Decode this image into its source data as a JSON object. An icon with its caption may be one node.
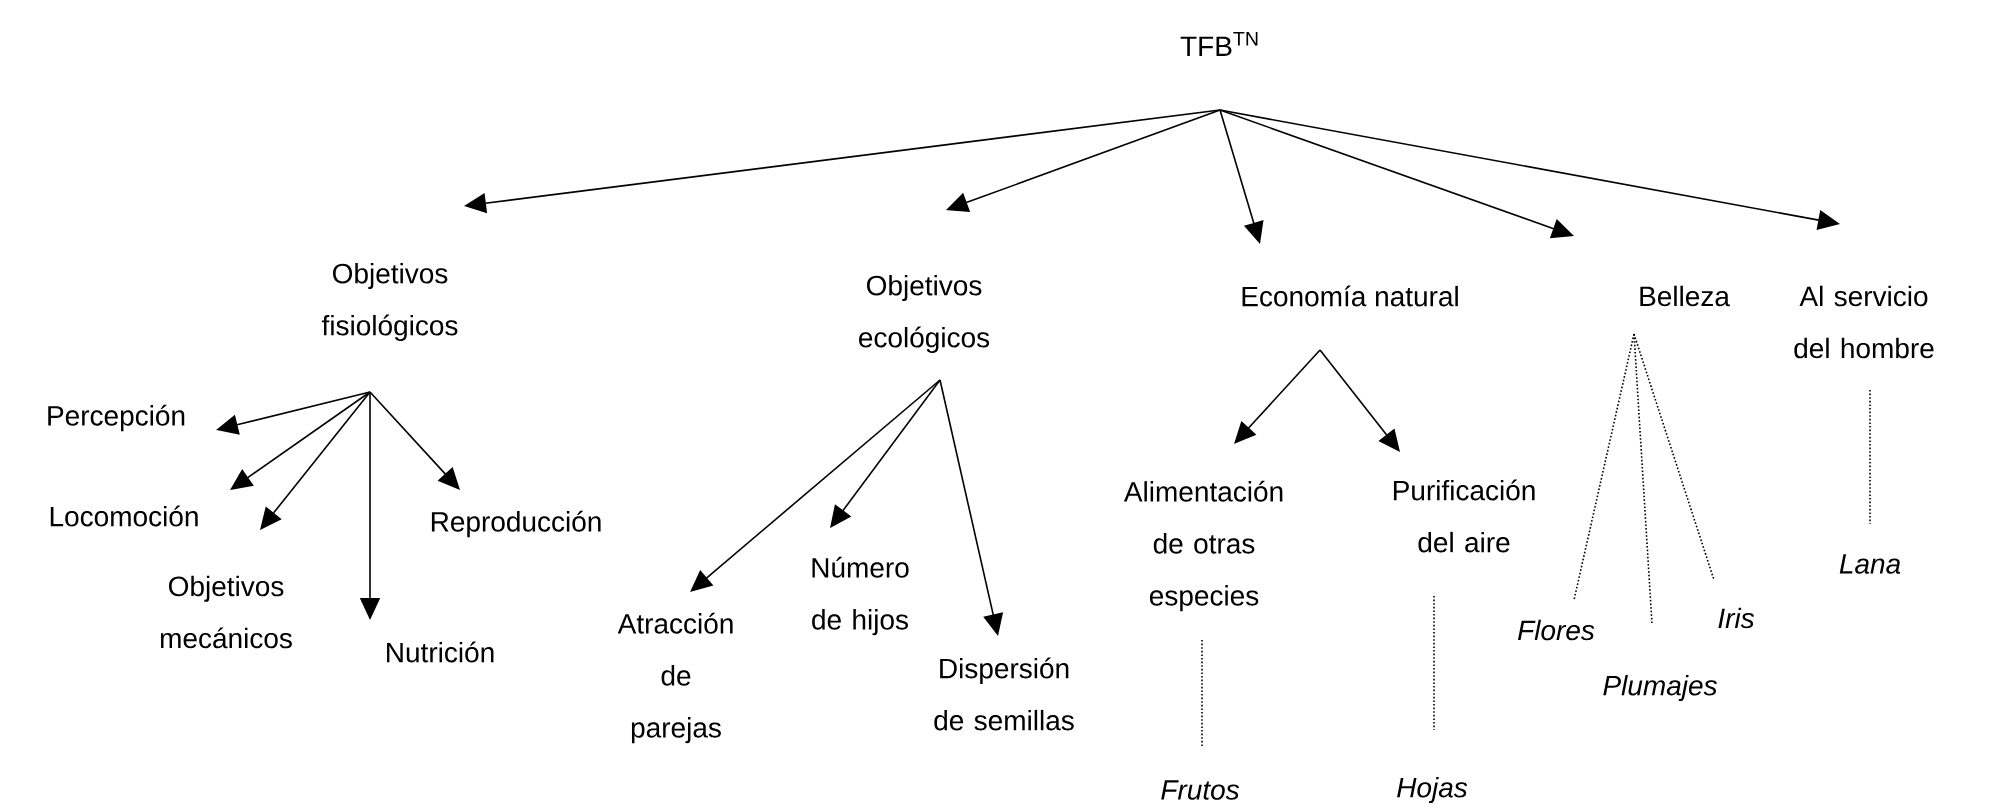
{
  "diagram": {
    "nodes": [
      {
        "text": [
          "TFB$^{TN}$"
        ]
      },
      {
        "text": [
          "Objetivos fisiológicos"
        ]
      },
      {
        "text": [
          "Objetivos ecológicos"
        ]
      },
      {
        "text": [
          "Economía natural"
        ]
      },
      {
        "text": [
          "Belleza"
        ]
      },
      {
        "text": [
          "Al servicio del hombre"
        ]
      },
      {
        "text": [
          "Percepción"
        ]
      },
      {
        "text": [
          "Locomoción"
        ]
      },
      {
        "text": [
          "Objetivos mecánicos"
        ]
      },
      {
        "text": [
          "Nutrición"
        ]
      },
      {
        "text": [
          "Reproducción"
        ]
      },
      {
        "text": [
          "Atracción de parejas"
        ]
      },
      {
        "text": [
          "Número de hijos"
        ]
      },
      {
        "text": [
          "Dispersión de semillas"
        ]
      },
      {
        "text": [
          "Alimentación de otras especies"
        ]
      },
      {
        "text": [
          "Purificación del aire"
        ]
      },
      {
        "text": [
          "Frutos"
        ]
      },
      {
        "text": [
          "Hojas"
        ]
      },
      {
        "text": [
          "Flores"
        ]
      },
      {
        "text": [
          "Plumajes"
        ]
      },
      {
        "text": [
          "Iris"
        ]
      },
      {
        "text": [
          "Lana"
        ]
      }
    ],
    "edges": [
      {
        "from": 0,
        "to": 1,
        "arrow": "to"
      },
      {
        "from": 0,
        "to": 2,
        "arrow": "to"
      },
      {
        "from": 0,
        "to": 3,
        "arrow": "to"
      },
      {
        "from": 0,
        "to": 4,
        "arrow": "to"
      },
      {
        "from": 0,
        "to": 5,
        "arrow": "to"
      },
      {
        "from": 1,
        "to": 6,
        "arrow": "to"
      },
      {
        "from": 1,
        "to": 7,
        "arrow": "to"
      },
      {
        "from": 1,
        "to": 8,
        "arrow": "to"
      },
      {
        "from": 1,
        "to": 9,
        "arrow": "to"
      },
      {
        "from": 1,
        "to": 10,
        "arrow": "to"
      },
      {
        "from": 2,
        "to": 11,
        "arrow": "to"
      },
      {
        "from": 2,
        "to": 12,
        "arrow": "to"
      },
      {
        "from": 2,
        "to": 13,
        "arrow": "to"
      },
      {
        "from": 3,
        "to": 14,
        "arrow": "to"
      },
      {
        "from": 3,
        "to": 15,
        "arrow": "to"
      },
      {
        "from": 14,
        "to": 16,
        "arrow": "none",
        "style": "dashed"
      },
      {
        "from": 15,
        "to": 17,
        "arrow": "none",
        "style": "dashed"
      },
      {
        "from": 4,
        "to": 18,
        "arrow": "none",
        "style": "dashed"
      },
      {
        "from": 4,
        "to": 19,
        "arrow": "none",
        "style": "dashed"
      },
      {
        "from": 4,
        "to": 20,
        "arrow": "none",
        "style": "dashed"
      },
      {
        "from": 5,
        "to": 21,
        "arrow": "none",
        "style": "dashed"
      }
    ]
  }
}
